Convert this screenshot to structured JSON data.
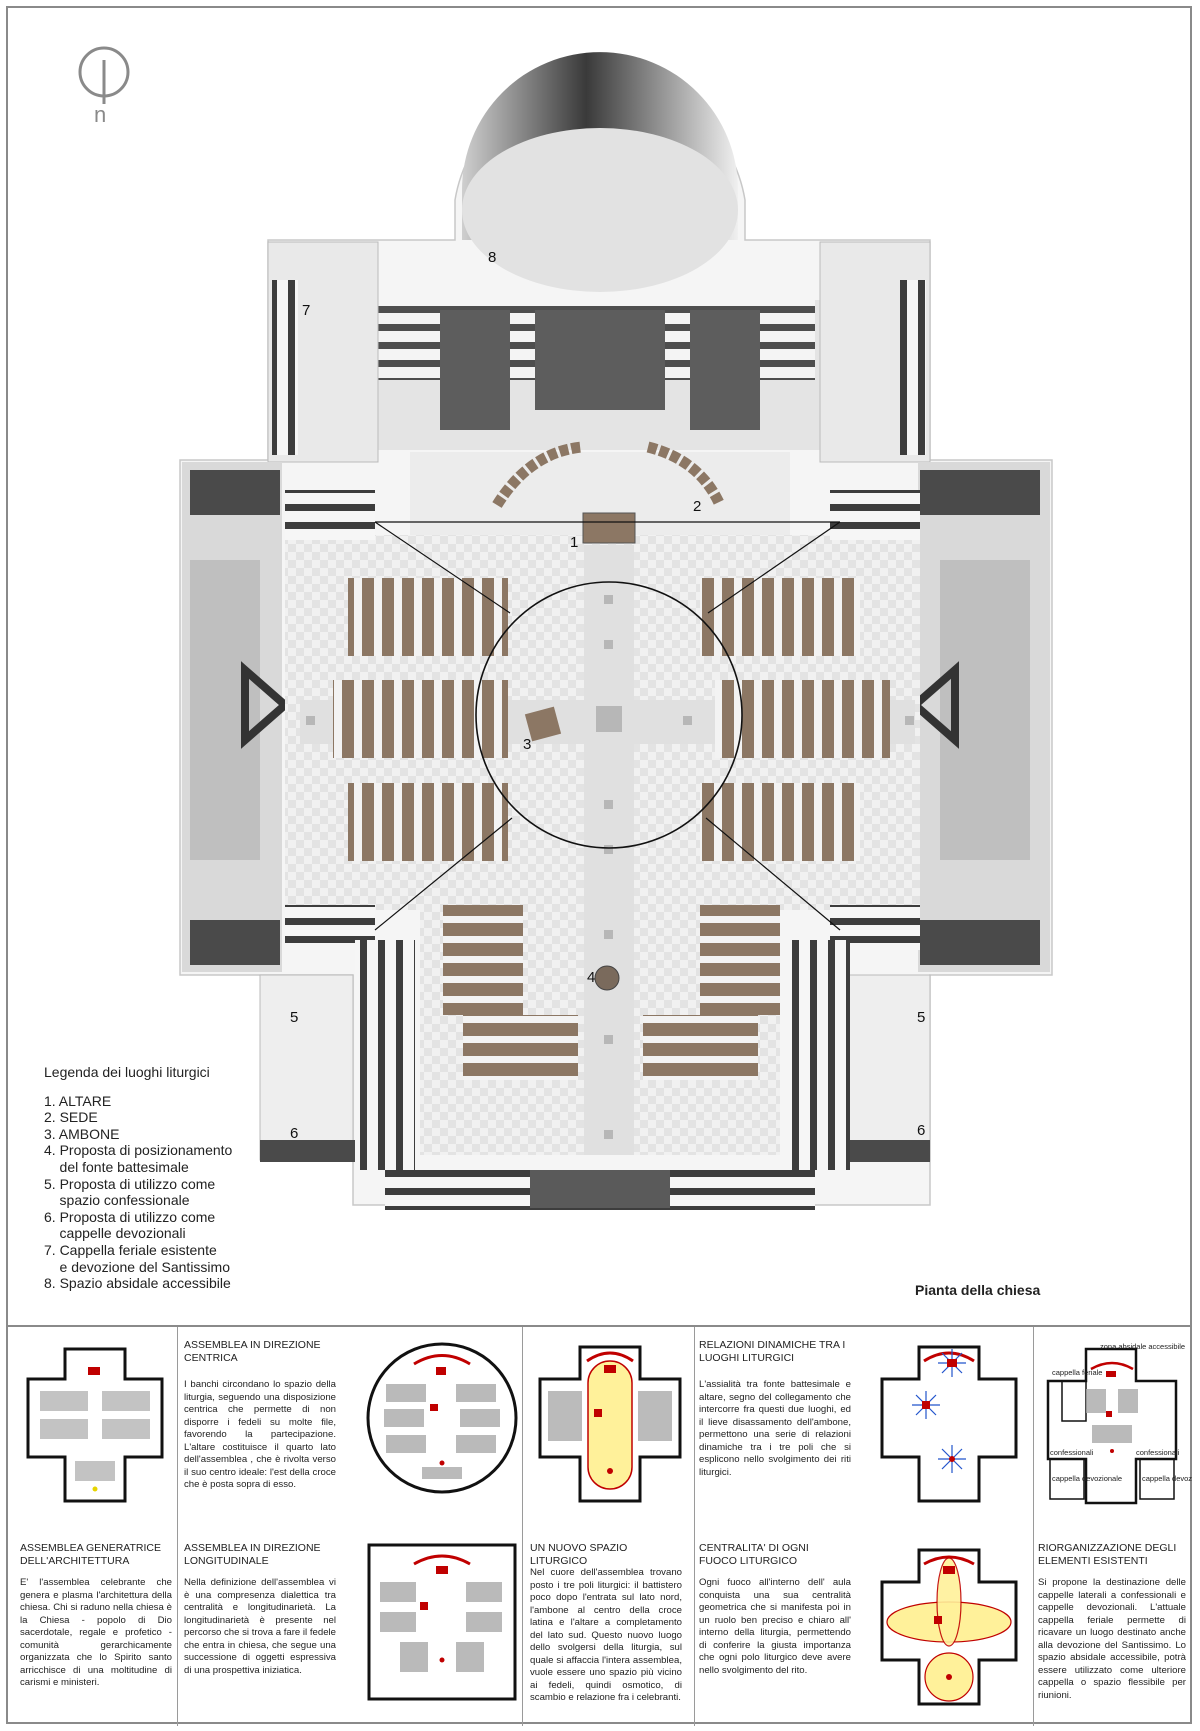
{
  "plan": {
    "labels": [
      "1",
      "2",
      "3",
      "4",
      "5",
      "5",
      "6",
      "6",
      "7",
      "8"
    ],
    "title": "Pianta della chiesa",
    "compass_letter": "n"
  },
  "legend": {
    "title": "Legenda dei luoghi liturgici",
    "items": [
      "1. ALTARE",
      "2. SEDE",
      "3. AMBONE",
      "4. Proposta di posizionamento\n    del fonte battesimale",
      "5. Proposta di utilizzo come\n    spazio confessionale",
      "6. Proposta di utilizzo come\n    cappelle devozionali",
      "7. Cappella feriale esistente\n    e devozione del Santissimo",
      "8. Spazio absidale accessibile"
    ]
  },
  "panels": {
    "centrica": {
      "title": "ASSEMBLEA IN DIREZIONE CENTRICA",
      "body": "I banchi circondano lo spazio della liturgia, seguendo una disposizione centrica che permette di non disporre i fedeli su molte file, favorendo la partecipazione. L'altare costituisce il quarto lato dell'assemblea , che è rivolta verso il suo centro ideale: l'est della croce che è posta sopra di esso."
    },
    "generatrice": {
      "title": "ASSEMBLEA GENERATRICE DELL'ARCHITETTURA",
      "body": "E' l'assemblea celebrante che genera e plasma l'architettura della chiesa. Chi si raduno nella chiesa è la Chiesa - popolo di Dio sacerdotale, regale e profetico - comunità gerarchicamente organizzata che lo Spirito santo arricchisce di una moltitudine di carismi e ministeri."
    },
    "longitudinale": {
      "title": "ASSEMBLEA IN DIREZIONE LONGITUDINALE",
      "body": "Nella definizione dell'assemblea vi è una compresenza dialettica tra centralità e longitudinarietà. La longitudinarietà è presente nel percorso che si trova a fare il fedele che entra in chiesa, che segue una successione di oggetti espressiva di una prospettiva iniziatica."
    },
    "nuovo": {
      "title": "UN NUOVO SPAZIO LITURGICO",
      "body": "Nel cuore dell'assemblea trovano posto i tre poli liturgici: il battistero poco dopo l'entrata sul lato nord, l'ambone al centro della croce latina e l'altare a completamento del lato sud. Questo nuovo luogo dello svolgersi della liturgia, sul quale si affaccia l'intera assemblea, vuole essere uno spazio più vicino ai fedeli, quindi osmotico, di scambio e relazione fra i celebranti."
    },
    "relazioni": {
      "title": "RELAZIONI DINAMICHE TRA I LUOGHI LITURGICI",
      "body": "L'assialità tra fonte battesimale e altare, segno del collegamento che intercorre fra questi due luoghi, ed il lieve disassamento dell'ambone, permettono una serie di relazioni dinamiche tra i tre poli che si esplicono nello svolgimento dei riti liturgici."
    },
    "centralita": {
      "title": "CENTRALITA' DI OGNI FUOCO LITURGICO",
      "body": "Ogni fuoco all'interno dell' aula conquista una sua centralità geometrica che si manifesta poi in un ruolo ben preciso e chiaro all' interno della liturgia, permettendo di conferire la giusta importanza che ogni polo liturgico deve avere nello svolgimento del rito."
    },
    "riorganizzazione": {
      "title": "RIORGANIZZAZIONE DEGLI ELEMENTI ESISTENTI",
      "body": "Si propone la destinazione delle cappelle laterali a confessionali e cappelle devozionali. L'attuale cappella feriale permette di ricavare un luogo destinato anche alla devozione del Santissimo. Lo spazio absidale accessibile, potrà essere utilizzato come ulteriore cappella o spazio flessibile per riunioni.",
      "diagram_labels": [
        "zona absidale accessibile",
        "cappella feriale",
        "confessionali",
        "confessionali",
        "cappella devozionale",
        "cappella devozionale"
      ]
    }
  },
  "colors": {
    "altar_red": "#c00000",
    "pew_brown": "#8c7764",
    "wall_gray": "#6e6e6e",
    "yellow": "#fff19a"
  }
}
